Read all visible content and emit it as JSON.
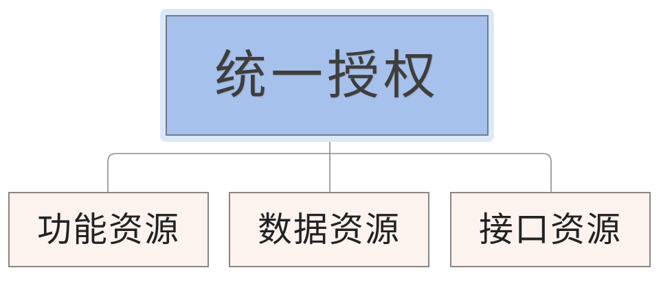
{
  "diagram": {
    "root": {
      "label": "统一授权",
      "fill": "#a6c1ec",
      "border": "#6f7a8a"
    },
    "children": [
      {
        "label": "功能资源"
      },
      {
        "label": "数据资源"
      },
      {
        "label": "接口资源"
      }
    ],
    "colors": {
      "child_fill": "#fcf2ee",
      "child_border": "#8a8583",
      "connector": "#8c8c8c",
      "root_glow": "#dbe8f7"
    }
  }
}
